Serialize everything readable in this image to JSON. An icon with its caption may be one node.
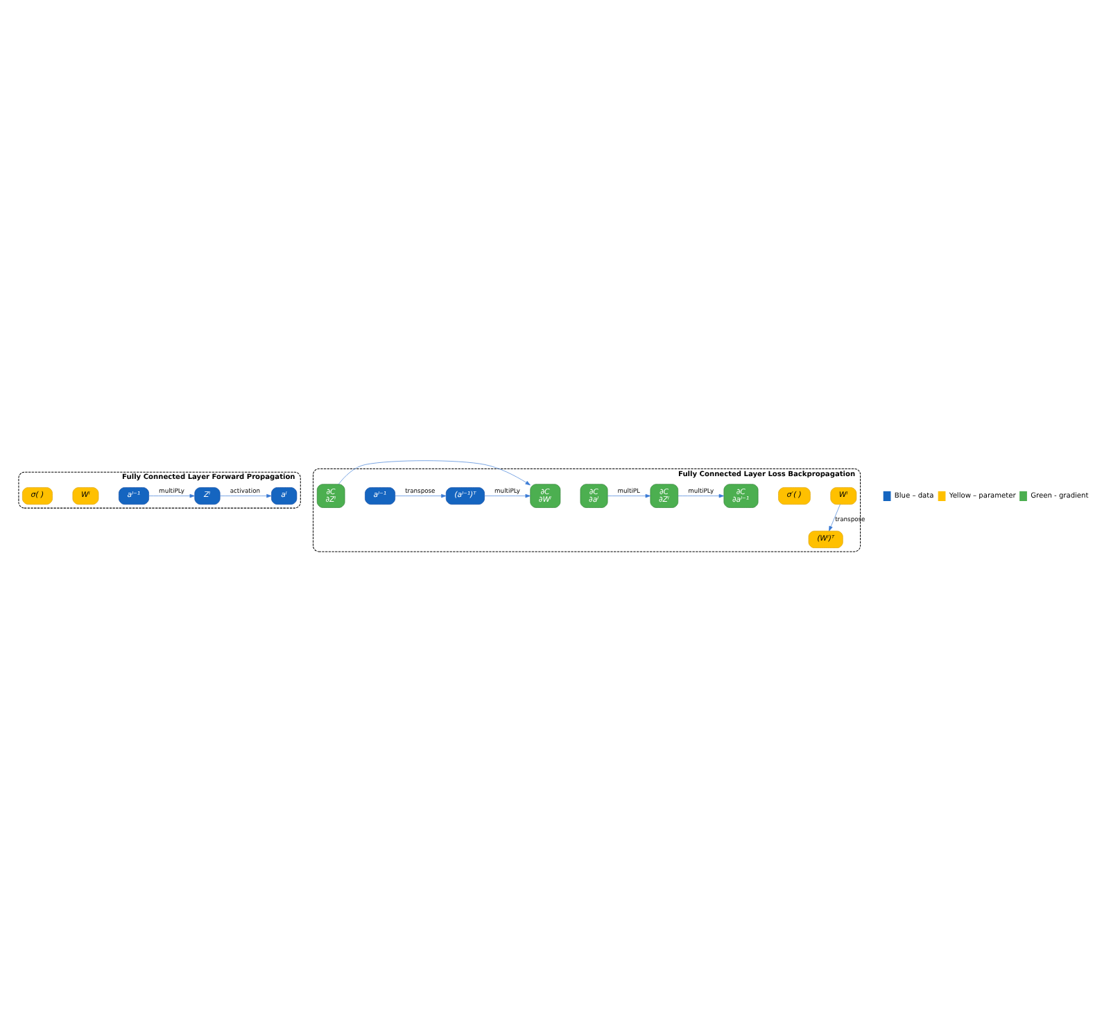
{
  "diagram": {
    "nodes": [
      {
        "text": [
          "Fully Connected Layer Forward Propagation"
        ]
      },
      {
        "text": [
          "aˡ⁻¹"
        ],
        "in": 0
      },
      {
        "text": [
          "Wˡ"
        ],
        "in": 0
      },
      {
        "text": [
          "Zˡ"
        ],
        "in": 0
      },
      {
        "text": [
          "σ( )"
        ],
        "in": 0
      },
      {
        "text": [
          "aˡ"
        ],
        "in": 0
      },
      {
        "text": [
          "Fully Connected Layer Loss Backpropagation"
        ]
      },
      {
        "text": [
          "Wˡ"
        ],
        "in": 6
      },
      {
        "text": [
          "(Wˡ)ᵀ"
        ],
        "in": 6
      },
      {
        "text": [
          "∂C",
          "∂aˡ⁻¹"
        ],
        "in": 6
      },
      {
        "text": [
          "∂C",
          "∂Zˡ"
        ],
        "in": 6
      },
      {
        "text": [
          "σ′( )"
        ],
        "in": 6
      },
      {
        "text": [
          "∂C",
          "∂aˡ"
        ],
        "in": 6
      },
      {
        "text": [
          "∂C",
          "∂Wˡ"
        ],
        "in": 6
      },
      {
        "text": [
          "aˡ⁻¹"
        ],
        "in": 6
      },
      {
        "text": [
          "(aˡ⁻¹)ᵀ"
        ],
        "in": 6
      },
      {
        "text": [
          "∂C",
          "∂Zˡ"
        ],
        "in": 6
      }
    ],
    "edges": [
      {
        "from": 1,
        "to": 3,
        "arrow": "to",
        "label": "multiPLy"
      },
      {
        "from": 3,
        "to": 5,
        "arrow": "to",
        "label": "activation"
      },
      {
        "from": 7,
        "to": 8,
        "arrow": "to",
        "label": "transpose"
      },
      {
        "from": 10,
        "to": 9,
        "arrow": "to",
        "label": "multiPLy"
      },
      {
        "from": 12,
        "to": 10,
        "arrow": "to",
        "label": "multiPL"
      },
      {
        "from": 14,
        "to": 15,
        "arrow": "to",
        "label": "transpose"
      },
      {
        "from": 15,
        "to": 13,
        "arrow": "to",
        "label": "multiPLy"
      },
      {
        "from": 16,
        "to": 13,
        "arrow": "to"
      }
    ],
    "legend": [
      {
        "text": "Blue – data",
        "color": "#1565c0"
      },
      {
        "text": "Yellow – parameter",
        "color": "#ffc000"
      },
      {
        "text": "Green - gradient",
        "color": "#4caf50"
      }
    ]
  }
}
